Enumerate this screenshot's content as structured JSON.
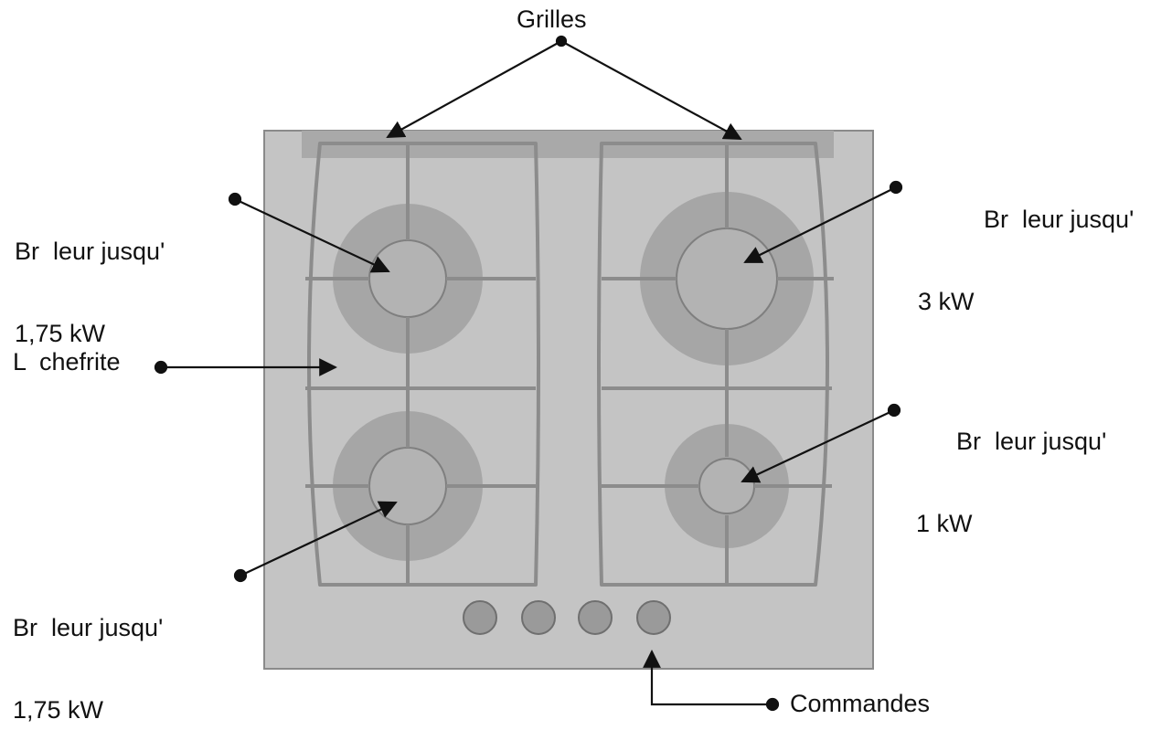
{
  "labels": {
    "grilles": "Grilles",
    "burner_top_left": {
      "line1": "Br  leur jusqu'",
      "line2": "1,75 kW"
    },
    "burner_top_right": {
      "line1": "Br  leur jusqu'",
      "line2": "3 kW"
    },
    "lechefrite": "L  chefrite",
    "burner_bottom_right": {
      "line1": "Br  leur jusqu'",
      "line2": "1 kW"
    },
    "burner_bottom_left": {
      "line1": "Br  leur jusqu'",
      "line2": "1,75 kW"
    },
    "commandes": "Commandes"
  },
  "colors": {
    "hob_surface": "#c4c4c4",
    "burner_cap": "#a8a8a8",
    "grate": "#8c8c8c",
    "line": "#111111",
    "knob": "#9a9a9a"
  }
}
